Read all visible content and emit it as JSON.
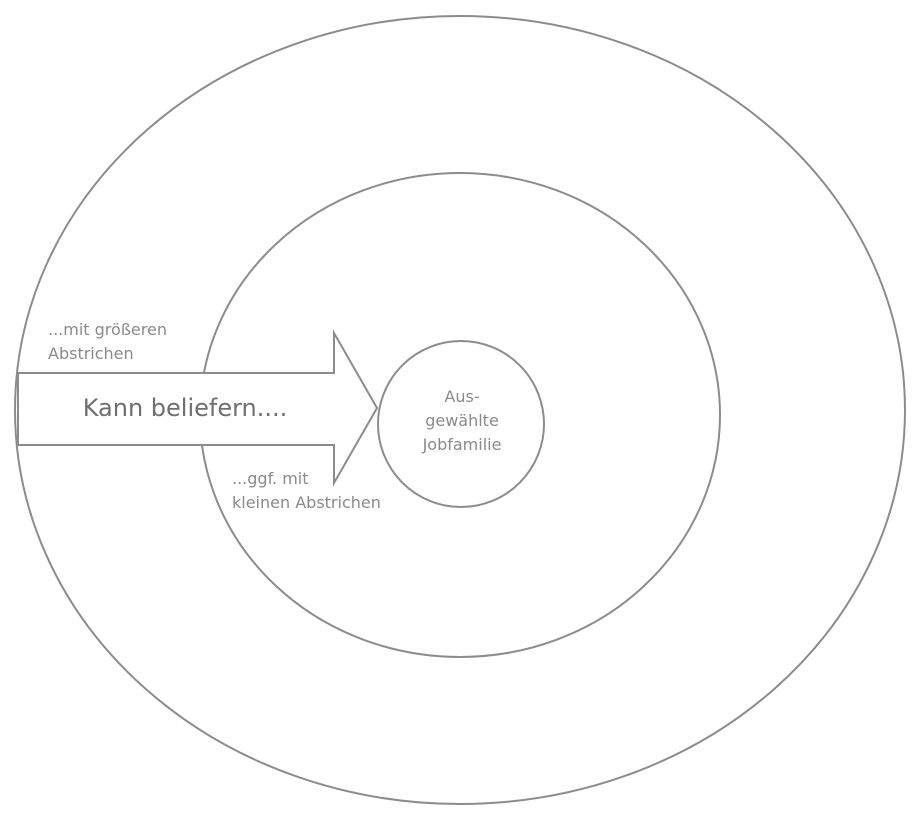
{
  "diagram": {
    "arrow_label": "Kann beliefern....",
    "outer_label_line1": "...mit größeren",
    "outer_label_line2": "Abstrichen",
    "inner_label_line1": "...ggf. mit",
    "inner_label_line2": "kleinen Abstrichen",
    "center_line1": "Aus-",
    "center_line2": "gewählte",
    "center_line3": "Jobfamilie"
  }
}
